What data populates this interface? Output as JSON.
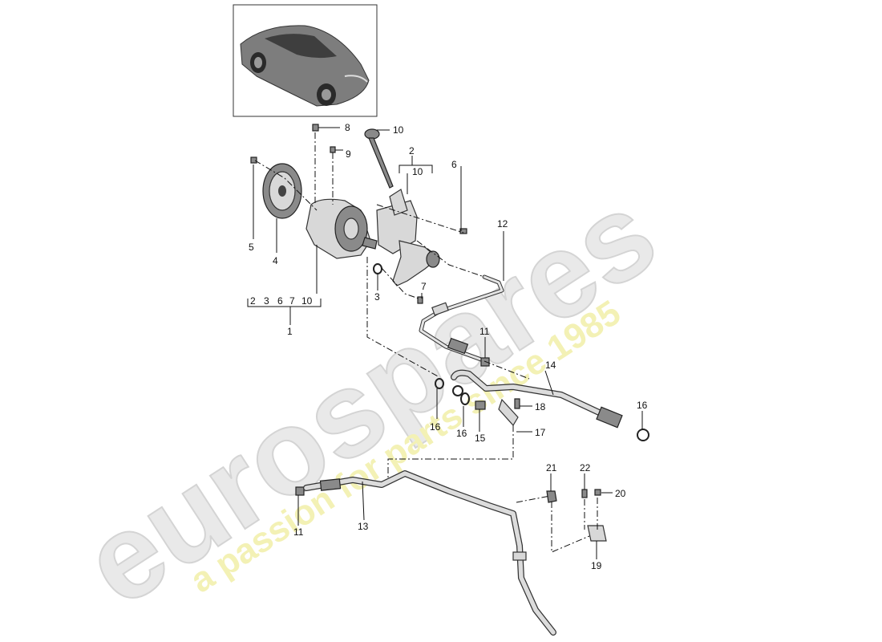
{
  "watermark": {
    "brand": "eurospares",
    "tagline": "a passion for parts since 1985",
    "brand_color": "#e8e8e8",
    "tagline_color": "#f2f0a8"
  },
  "thumbnail": {
    "subject": "car-icon"
  },
  "callouts": {
    "n1": "1",
    "n2": "2",
    "n3": "3",
    "n4": "4",
    "n5": "5",
    "n6": "6",
    "n7": "7",
    "n8": "8",
    "n9": "9",
    "n10": "10",
    "n10b": "10",
    "n11a": "11",
    "n11b": "11",
    "n12": "12",
    "n13": "13",
    "n14": "14",
    "n15": "15",
    "n16a": "16",
    "n16b": "16",
    "n16c": "16",
    "n17": "17",
    "n18": "18",
    "n19": "19",
    "n20": "20",
    "n21": "21",
    "n22": "22"
  },
  "brackets": {
    "assembly_1": [
      "2",
      "3",
      "6",
      "7",
      "10"
    ],
    "assembly_2": [
      "10"
    ]
  }
}
